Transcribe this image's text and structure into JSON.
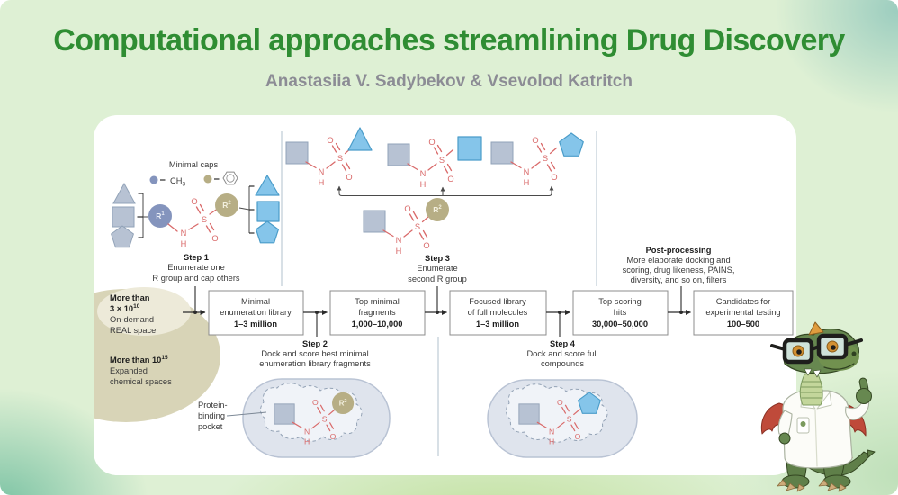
{
  "header": {
    "title": "Computational approaches streamlining Drug Discovery",
    "authors": "Anastasiia V. Sadybekov & Vsevolod Katritch"
  },
  "legend": {
    "title": "Minimal caps",
    "cap1_base": "CH",
    "cap1_sub": "3"
  },
  "space_labels": {
    "ondemand_line1": "More than",
    "ondemand_line2_base": "3 × 10",
    "ondemand_line2_sup": "10",
    "ondemand_line3": "On-demand",
    "ondemand_line4": "REAL space",
    "expanded_line1_base": "More than 10",
    "expanded_line1_sup": "15",
    "expanded_line2": "Expanded",
    "expanded_line3": "chemical spaces"
  },
  "steps": {
    "step1": {
      "title": "Step 1",
      "line1": "Enumerate one",
      "line2": "R group and cap others"
    },
    "step2": {
      "title": "Step 2",
      "line1": "Dock and score best minimal",
      "line2": "enumeration library fragments"
    },
    "step3": {
      "title": "Step 3",
      "line1": "Enumerate",
      "line2": "second R group"
    },
    "step4": {
      "title": "Step 4",
      "line1": "Dock and score full",
      "line2": "compounds"
    },
    "post_processing": {
      "title": "Post-processing",
      "line1": "More elaborate docking and",
      "line2": "scoring, drug likeness, PAINS,",
      "line3": "diversity, and so on, filters"
    }
  },
  "flow_boxes": [
    {
      "line1": "Minimal",
      "line2": "enumeration library",
      "value": "1–3 million"
    },
    {
      "line1": "Top minimal",
      "line2": "fragments",
      "value": "1,000–10,000"
    },
    {
      "line1": "Focused library",
      "line2": "of full molecules",
      "value": "1–3 million"
    },
    {
      "line1": "Top scoring",
      "line2": "hits",
      "value": "30,000–50,000"
    },
    {
      "line1": "Candidates for",
      "line2": "experimental testing",
      "value": "100–500"
    }
  ],
  "pocket_label": {
    "line1": "Protein-",
    "line2": "binding",
    "line3": "pocket"
  },
  "atoms": {
    "O": "O",
    "S": "S",
    "N": "N",
    "H": "H",
    "R_base": "R",
    "R1_sup": "1",
    "R2_sup": "2"
  },
  "colors": {
    "title_green": "#2f8d33",
    "author_gray": "#8c8c95",
    "background_green": "#def0d4",
    "accent_teal": "#9ccdbf",
    "bond_red": "#d96a6a",
    "r1_slate": "#8494bd",
    "r2_olive": "#b7ae85",
    "fragment_gray_blue": "#b7c2d3",
    "r_group_blue": "#85c5ea",
    "space_olive": "#d8d4b7",
    "space_olive_light": "#edead9",
    "pocket_blue_gray": "#dfe4ed"
  }
}
